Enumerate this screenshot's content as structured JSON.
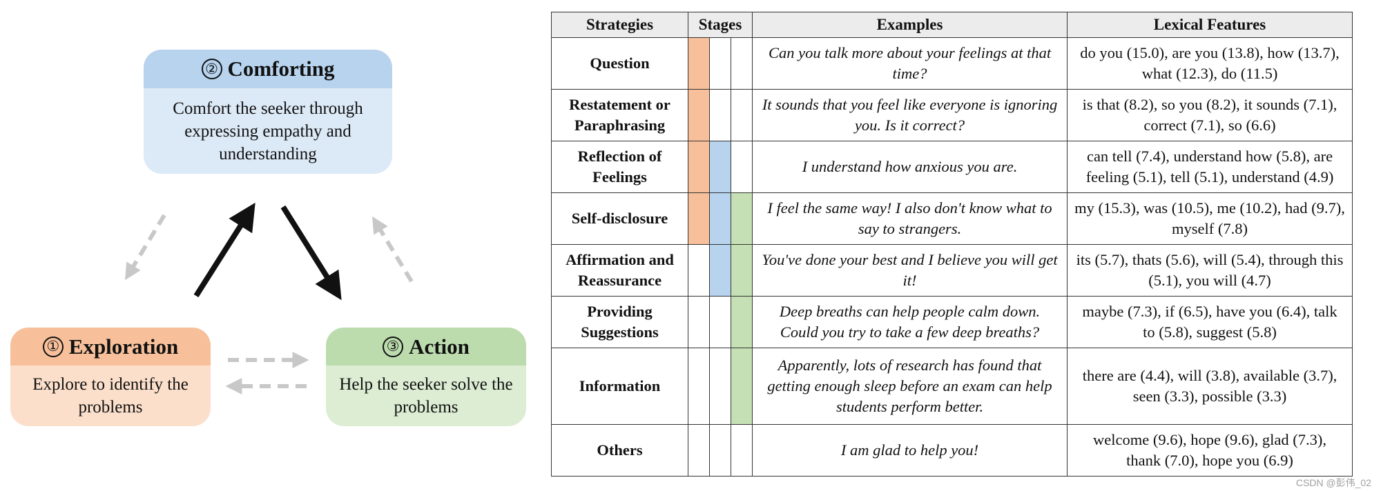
{
  "diagram": {
    "comforting": {
      "number": "②",
      "title": "Comforting",
      "description": "Comfort the seeker through expressing empathy and understanding",
      "head_color": "#b7d3ee",
      "body_color": "#dce9f6"
    },
    "exploration": {
      "number": "①",
      "title": "Exploration",
      "description": "Explore to identify the problems",
      "head_color": "#f7c09b",
      "body_color": "#fbdfcb"
    },
    "action": {
      "number": "③",
      "title": "Action",
      "description": "Help the seeker solve the problems",
      "head_color": "#bcdcae",
      "body_color": "#dcedd3"
    },
    "arrow_colors": {
      "solid": "#111111",
      "dashed": "#c8c8c8"
    }
  },
  "table": {
    "headers": {
      "strategies": "Strategies",
      "stages": "Stages",
      "examples": "Examples",
      "lexical": "Lexical Features"
    },
    "stage_colors": [
      "#f7c09b",
      "#b7d3ee",
      "#c5e0b4"
    ],
    "rows": [
      {
        "strategy": "Question",
        "stages": [
          1,
          0,
          0
        ],
        "example": "Can you talk more about your feelings at that time?",
        "lexical": "do you (15.0), are you (13.8), how (13.7), what (12.3), do (11.5)"
      },
      {
        "strategy": "Restatement or Paraphrasing",
        "stages": [
          1,
          0,
          0
        ],
        "example": "It sounds that you feel like everyone is ignoring you. Is it correct?",
        "lexical": "is that (8.2), so you (8.2), it sounds (7.1), correct (7.1), so (6.6)"
      },
      {
        "strategy": "Reflection of Feelings",
        "stages": [
          1,
          1,
          0
        ],
        "example": "I understand how anxious you are.",
        "lexical": "can tell (7.4), understand how (5.8), are feeling (5.1), tell (5.1), understand (4.9)"
      },
      {
        "strategy": "Self-disclosure",
        "stages": [
          1,
          1,
          1
        ],
        "example": "I feel the same way! I also don't know what to say to strangers.",
        "lexical": "my (15.3), was (10.5), me (10.2), had (9.7), myself (7.8)"
      },
      {
        "strategy": "Affirmation and Reassurance",
        "stages": [
          0,
          1,
          1
        ],
        "example": "You've done your best and I believe you will get it!",
        "lexical": "its (5.7), thats (5.6), will (5.4), through this (5.1), you will (4.7)"
      },
      {
        "strategy": "Providing Suggestions",
        "stages": [
          0,
          0,
          1
        ],
        "example": "Deep breaths can help people calm down. Could you try to take a few deep breaths?",
        "lexical": "maybe (7.3), if (6.5), have you (6.4), talk to (5.8), suggest (5.8)"
      },
      {
        "strategy": "Information",
        "stages": [
          0,
          0,
          1
        ],
        "example": "Apparently, lots of research has found that getting enough sleep before an exam can help students perform better.",
        "lexical": "there are (4.4), will (3.8), available (3.7), seen (3.3), possible (3.3)"
      },
      {
        "strategy": "Others",
        "stages": [
          0,
          0,
          0
        ],
        "example": "I am glad to help you!",
        "lexical": "welcome (9.6), hope (9.6), glad (7.3), thank (7.0), hope you (6.9)"
      }
    ]
  },
  "watermark": "CSDN @彭伟_02"
}
